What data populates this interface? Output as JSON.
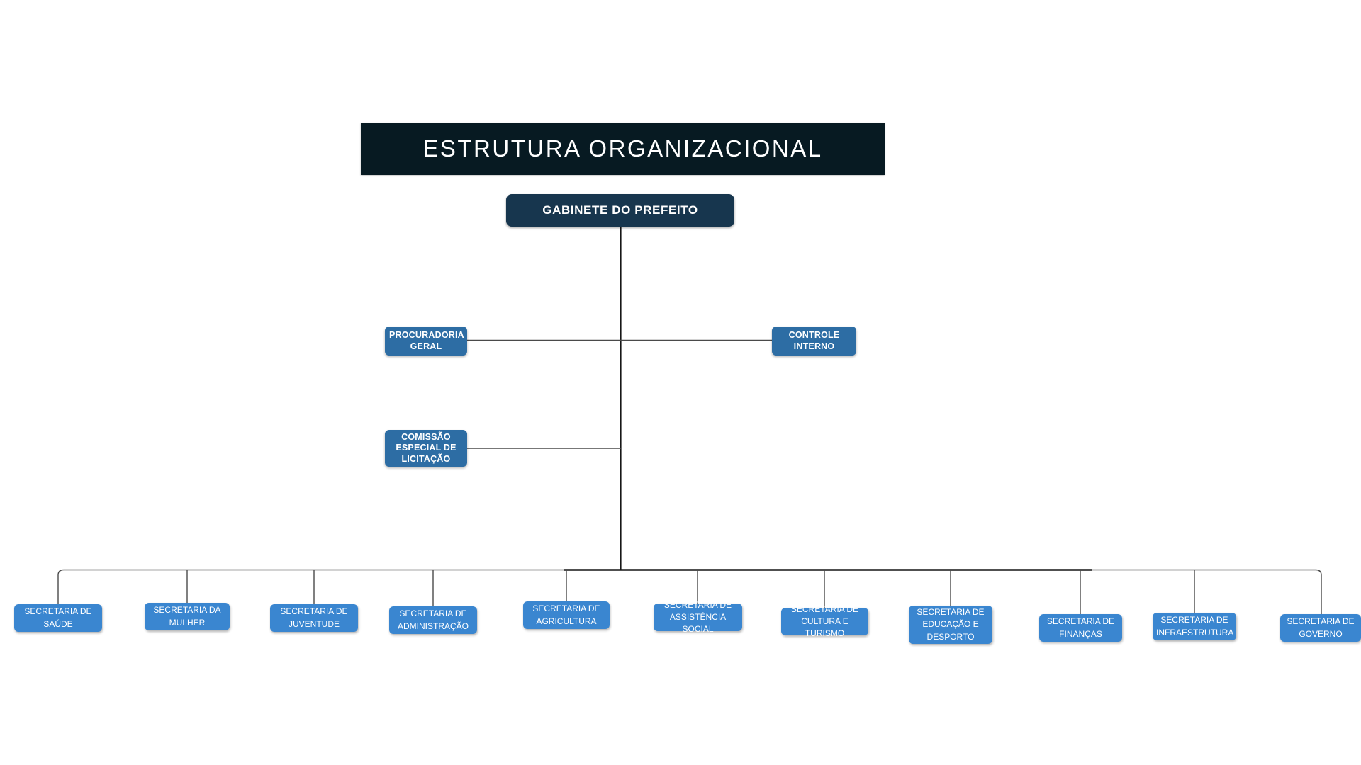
{
  "theme": {
    "page_bg": "#ffffff",
    "banner_bg": "#071a22",
    "root_node_bg": "#17364e",
    "staff_node_bg": "#2d6da4",
    "secretaria_node_bg": "#3a86d0",
    "node_text_color": "#ffffff",
    "connector_color": "#4a4a4a",
    "trunk_color": "#161616"
  },
  "header": {
    "title": "ESTRUTURA ORGANIZACIONAL"
  },
  "org": {
    "root": {
      "label": "GABINETE DO PREFEITO"
    },
    "staff_units": [
      {
        "label": "PROCURADORIA GERAL"
      },
      {
        "label": "CONTROLE INTERNO"
      },
      {
        "label": "COMISSÃO ESPECIAL DE LICITAÇÃO"
      }
    ],
    "secretarias": [
      {
        "label": "SECRETARIA DE SAÚDE"
      },
      {
        "label": "SECRETARIA DA MULHER"
      },
      {
        "label": "SECRETARIA DE JUVENTUDE"
      },
      {
        "label": "SECRETARIA DE ADMINISTRAÇÃO"
      },
      {
        "label": "SECRETARIA DE AGRICULTURA"
      },
      {
        "label": "SECRETARIA DE ASSISTÊNCIA SOCIAL"
      },
      {
        "label": "SECRETARIA DE CULTURA E TURISMO"
      },
      {
        "label": "SECRETARIA DE EDUCAÇÃO E DESPORTO"
      },
      {
        "label": "SECRETARIA DE FINANÇAS"
      },
      {
        "label": "SECRETARIA DE INFRAESTRUTURA"
      },
      {
        "label": "SECRETARIA DE GOVERNO"
      }
    ]
  }
}
